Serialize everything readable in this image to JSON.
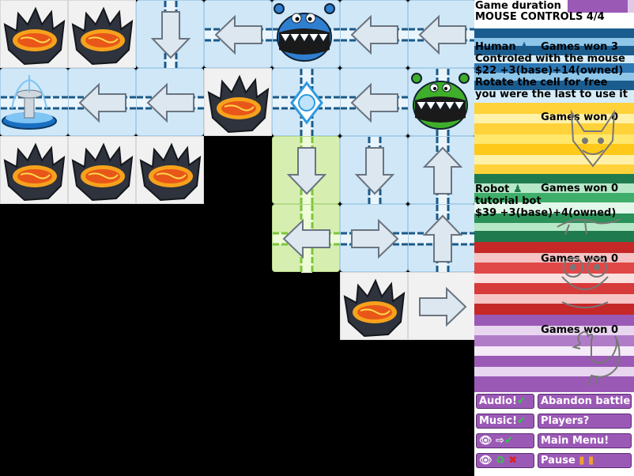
{
  "panel": {
    "duration_label": "Game duration",
    "mode_label": "MOUSE CONTROLS 4/4",
    "human": {
      "name": "Human",
      "wins": "Games won 3",
      "line1": "Controled with the mouse",
      "line2": "$22 +3(base)+14(owned)",
      "line3": "Rotate the cell for free",
      "line4": "you were the last to use it"
    },
    "fox_wins": "Games won 0",
    "robot": {
      "name": "Robot",
      "wins": "Games won 0",
      "line1": "tutorial bot",
      "line2": "$39 +3(base)+4(owned)"
    },
    "frog_wins": "Games won 0",
    "rooster_wins": "Games won 0"
  },
  "buttons": {
    "audio": "Audio!",
    "abandon": "Abandon battle!",
    "music": "Music!",
    "players": "Players?",
    "main_menu": "Main Menu!",
    "pause": "Pause"
  },
  "colors": {
    "panel_bg": "#ffffff",
    "button": "#9b59b6",
    "duration_bar": "#9b59b6",
    "pipe": "#1a5a8a",
    "green_pipe": "#7cc63a"
  },
  "progress": {
    "game_duration": 0.9
  }
}
